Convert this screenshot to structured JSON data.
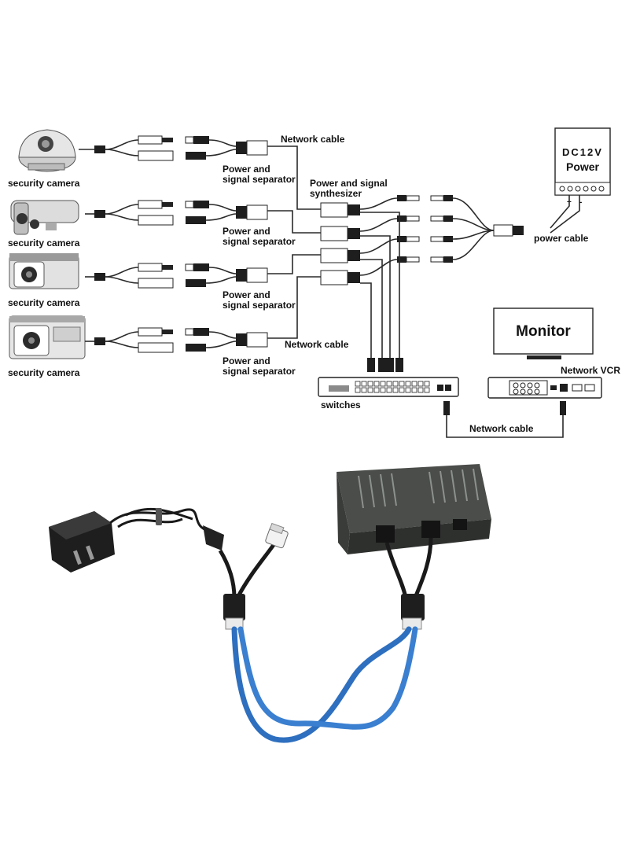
{
  "cameras": [
    {
      "label": "security camera",
      "type": "dome"
    },
    {
      "label": "security camera",
      "type": "bullet"
    },
    {
      "label": "security camera",
      "type": "box"
    },
    {
      "label": "security camera",
      "type": "box-ir"
    }
  ],
  "separators": [
    "Power and\nsignal separator",
    "Power and\nsignal separator",
    "Power and\nsignal separator",
    "Power and\nsignal separator"
  ],
  "network_cable_top": "Network cable",
  "network_cable_mid": "Network cable",
  "network_cable_bottom": "Network cable",
  "synthesizer": "Power and signal\nsynthesizer",
  "power_supply": {
    "line1": "DC12V",
    "line2": "Power"
  },
  "power_cable": "power cable",
  "monitor": "Monitor",
  "vcr": "Network VCR",
  "switch": "switches",
  "photo_colors": {
    "cable": "#2e6fbf",
    "adapter": "#1f1f1f",
    "switch_body": "#4a4d4a"
  }
}
